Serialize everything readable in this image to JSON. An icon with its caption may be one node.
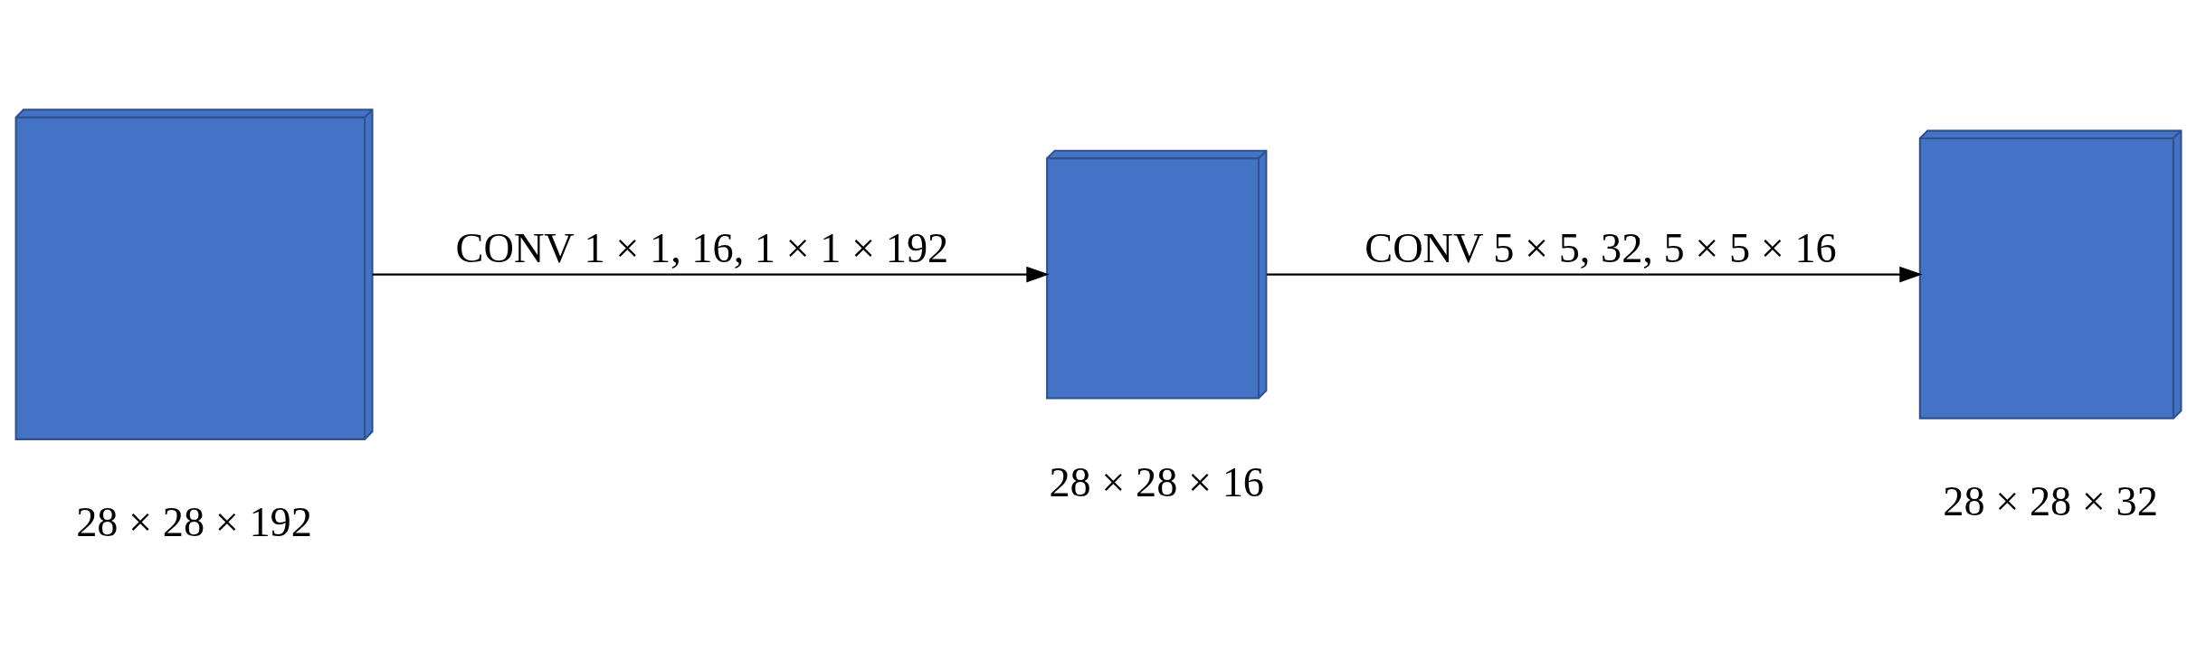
{
  "diagram": {
    "nodes": [
      {
        "text": [],
        "shape": "cube",
        "beside": [
          "28 × 28 × 192"
        ]
      },
      {
        "text": [],
        "shape": "cube",
        "beside": [
          "28 × 28 × 16"
        ]
      },
      {
        "text": [],
        "shape": "cube",
        "beside": [
          "28 × 28 × 32"
        ]
      }
    ],
    "edges": [
      {
        "from": 0,
        "to": 1,
        "arrow": "to",
        "label": "CONV 1 × 1, 16, 1 × 1 × 192"
      },
      {
        "from": 1,
        "to": 2,
        "arrow": "to",
        "label": "CONV 5 × 5, 32, 5 × 5 × 16"
      }
    ]
  }
}
